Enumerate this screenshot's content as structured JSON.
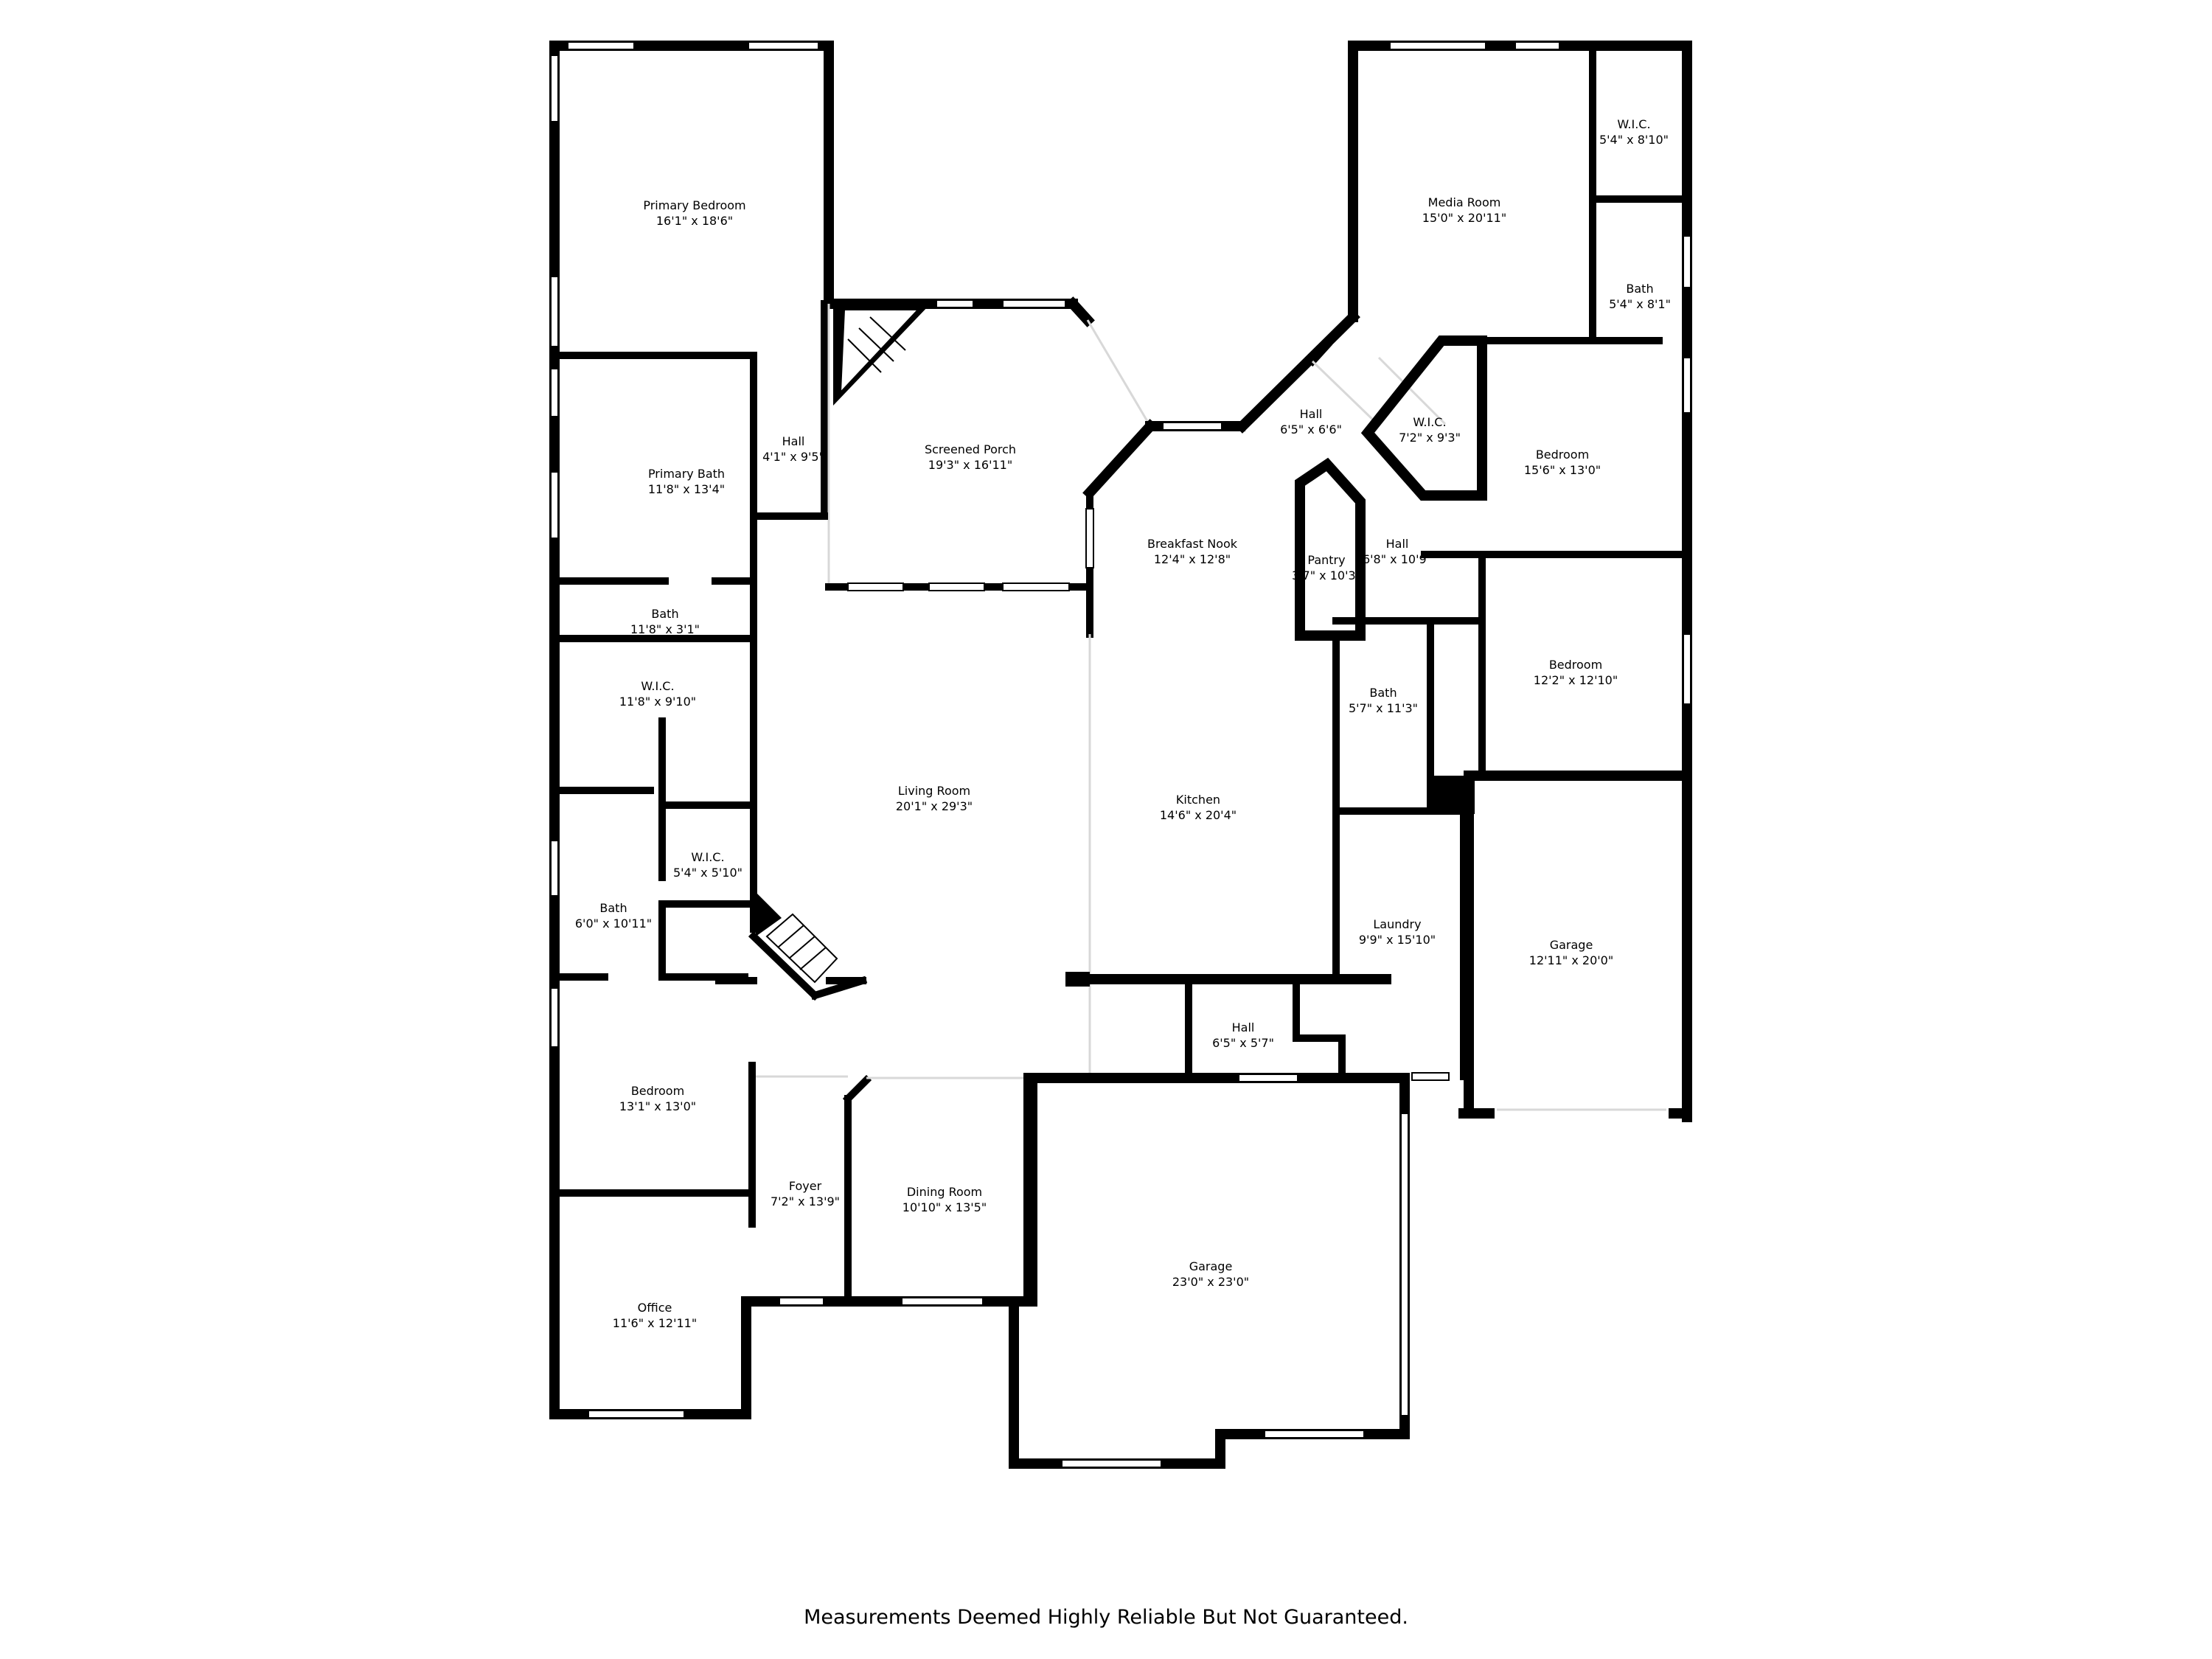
{
  "rooms": [
    {
      "name": "Primary Bedroom",
      "dim": "16'1\" x 18'6\""
    },
    {
      "name": "Hall",
      "dim": "4'1\" x 9'5\""
    },
    {
      "name": "Screened Porch",
      "dim": "19'3\" x 16'11\""
    },
    {
      "name": "Primary Bath",
      "dim": "11'8\" x 13'4\""
    },
    {
      "name": "Bath",
      "dim": "11'8\" x 3'1\""
    },
    {
      "name": "W.I.C.",
      "dim": "11'8\" x 9'10\""
    },
    {
      "name": "W.I.C.",
      "dim": "5'4\" x 5'10\""
    },
    {
      "name": "Bath",
      "dim": "6'0\" x 10'11\""
    },
    {
      "name": "Bedroom",
      "dim": "13'1\" x 13'0\""
    },
    {
      "name": "Office",
      "dim": "11'6\" x 12'11\""
    },
    {
      "name": "Foyer",
      "dim": "7'2\" x 13'9\""
    },
    {
      "name": "Dining Room",
      "dim": "10'10\" x 13'5\""
    },
    {
      "name": "Living Room",
      "dim": "20'1\" x 29'3\""
    },
    {
      "name": "Breakfast Nook",
      "dim": "12'4\" x 12'8\""
    },
    {
      "name": "Kitchen",
      "dim": "14'6\" x 20'4\""
    },
    {
      "name": "Pantry",
      "dim": "3'7\" x 10'3\""
    },
    {
      "name": "Hall",
      "dim": "6'8\" x 10'9\""
    },
    {
      "name": "Hall",
      "dim": "6'5\" x 6'6\""
    },
    {
      "name": "Media Room",
      "dim": "15'0\" x 20'11\""
    },
    {
      "name": "W.I.C.",
      "dim": "5'4\" x 8'10\""
    },
    {
      "name": "Bath",
      "dim": "5'4\" x 8'1\""
    },
    {
      "name": "W.I.C.",
      "dim": "7'2\" x 9'3\""
    },
    {
      "name": "Bedroom",
      "dim": "15'6\" x 13'0\""
    },
    {
      "name": "Bedroom",
      "dim": "12'2\" x 12'10\""
    },
    {
      "name": "Bath",
      "dim": "5'7\" x 11'3\""
    },
    {
      "name": "Laundry",
      "dim": "9'9\" x 15'10\""
    },
    {
      "name": "Garage",
      "dim": "12'11\" x 20'0\""
    },
    {
      "name": "Hall",
      "dim": "6'5\" x 5'7\""
    },
    {
      "name": "Garage",
      "dim": "23'0\" x 23'0\""
    }
  ],
  "footer": "Measurements Deemed Highly Reliable But Not Guaranteed."
}
